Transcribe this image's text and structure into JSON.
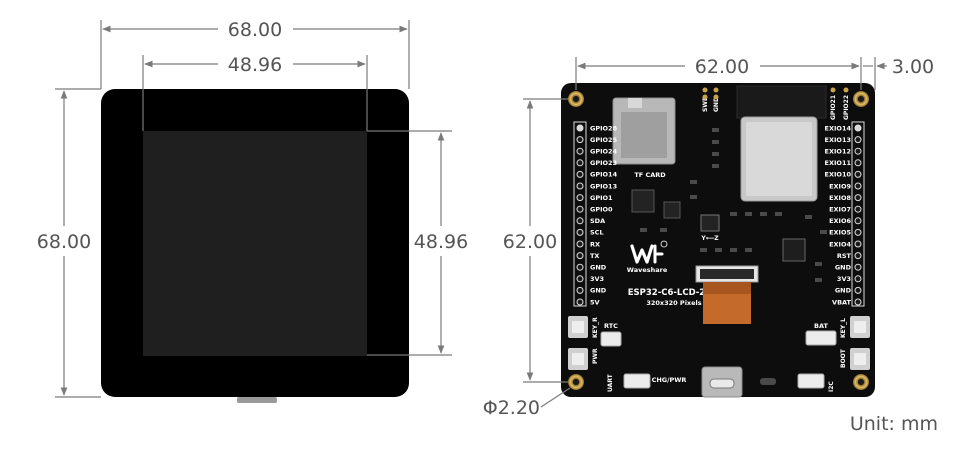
{
  "dimensions": {
    "display_width": "68.00",
    "display_active_width": "48.96",
    "display_height": "68.00",
    "display_active_height": "48.96",
    "board_width": "62.00",
    "board_hole_offset": "3.00",
    "board_height": "62.00",
    "hole_diameter": "Φ2.20",
    "unit": "Unit: mm"
  },
  "board": {
    "left_pins": [
      "GPIO28",
      "GPIO25",
      "GPIO24",
      "GPIO23",
      "GPIO14",
      "GPIO13",
      "GPIO1",
      "GPIO0",
      "SDA",
      "SCL",
      "RX",
      "TX",
      "GND",
      "3V3",
      "GND",
      "5V"
    ],
    "right_pins": [
      "EXIO14",
      "EXIO13",
      "EXIO12",
      "EXIO11",
      "EXIO10",
      "EXIO9",
      "EXIO8",
      "EXIO7",
      "EXIO6",
      "EXIO5",
      "EXIO4",
      "RST",
      "GND",
      "3V3",
      "GND",
      "VBAT"
    ],
    "top_labels": [
      "SWD",
      "GND",
      "GPIO21",
      "GPIO22"
    ],
    "tf_card": "TF CARD",
    "brand": "Waveshare",
    "model": "ESP32-C6-LCD-2.73",
    "pixels": "320x320 Pixels",
    "rtc": "RTC",
    "bat": "BAT",
    "key_r": "KEY_R",
    "key_l": "KEY_L",
    "pwr": "PWR",
    "boot": "BOOT",
    "uart": "UART",
    "chg_pwr": "CHG/PWR",
    "i2c": "I2C",
    "axis_label": "Y⟵Z"
  },
  "colors": {
    "pcb": "#0d0d0d",
    "gold": "#c9a24a",
    "copper": "#c46a2b",
    "dimension_text": "#555555"
  }
}
